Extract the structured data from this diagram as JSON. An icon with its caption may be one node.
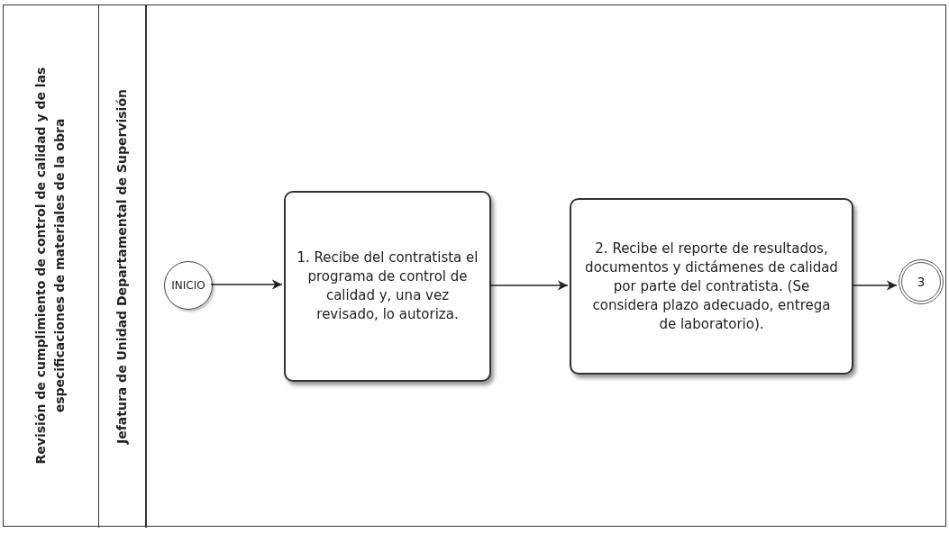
{
  "diagram": {
    "nodes": [
      {
        "text": [
          "Revisión de cumplimiento de control de calidad y de las especificaciones de materiales de la obra"
        ]
      },
      {
        "text": [
          "Jefatura de Unidad Departamental de Supervisión"
        ],
        "in": 0
      },
      {
        "text": [
          "INICIO"
        ],
        "in": 1
      },
      {
        "text": [
          "1. Recibe del contratista el programa de control de calidad y, una vez revisado, lo autoriza."
        ],
        "in": 1
      },
      {
        "text": [
          "2. Recibe el reporte de resultados, documentos y dictámenes de calidad por parte del contratista. (Se considera plazo adecuado, entrega de laboratorio)."
        ],
        "in": 1
      },
      {
        "text": [
          "3"
        ],
        "in": 1
      }
    ],
    "edges": [
      {
        "from": 2,
        "to": 3,
        "arrow": "to"
      },
      {
        "from": 3,
        "to": 4,
        "arrow": "to"
      },
      {
        "from": 4,
        "to": 5,
        "arrow": "to"
      }
    ]
  }
}
